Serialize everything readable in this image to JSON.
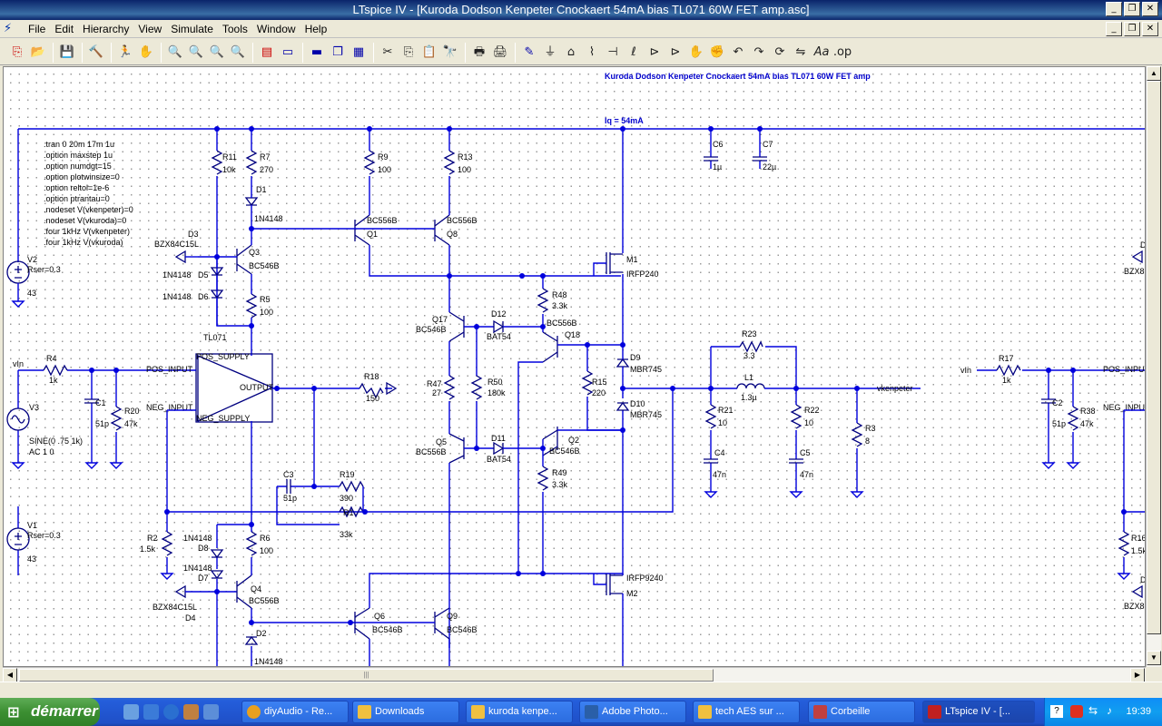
{
  "window": {
    "title": "LTspice IV - [Kuroda Dodson Kenpeter Cnockaert 54mA bias TL071 60W FET amp.asc]"
  },
  "menu": {
    "items": [
      "File",
      "Edit",
      "Hierarchy",
      "View",
      "Simulate",
      "Tools",
      "Window",
      "Help"
    ]
  },
  "toolbar": {
    "icons": [
      "new-schematic",
      "open",
      "save",
      "control-panel",
      "run",
      "halt",
      "zoom-in",
      "zoom-pan",
      "zoom-out",
      "zoom-fit",
      "waveform-autorange",
      "tile-vert",
      "cascade",
      "tile-horz",
      "cut",
      "copy",
      "paste",
      "find",
      "print-setup",
      "print",
      "draw-wire",
      "ground",
      "label-net",
      "resistor",
      "capacitor",
      "inductor",
      "diode",
      "component",
      "move",
      "drag",
      "undo",
      "redo",
      "rotate",
      "mirror",
      "text",
      "spice-directive"
    ]
  },
  "schematic": {
    "title_comment": "Kuroda Dodson Kenpeter Cnockaert 54mA bias TL071 60W FET amp",
    "iq_label": "Iq = 54mA",
    "spice_directives": [
      ".tran 0 20m 17m 1u",
      ".option maxstep 1u",
      ".option numdgt=15",
      ".option plotwinsize=0",
      ".option reltol=1e-6",
      ".option ptrantau=0",
      ".nodeset V(vkenpeter)=0",
      ".nodeset V(vkuroda)=0",
      ".four 1kHz V(vkenpeter)",
      ".four 1kHz V(vkuroda)"
    ],
    "components": {
      "V2": {
        "name": "V2",
        "value": "Rser=0.3",
        "value2": "43"
      },
      "V1": {
        "name": "V1",
        "value": "Rser=0.3",
        "value2": "43"
      },
      "V3": {
        "name": "V3",
        "value": "SINE(0 .75 1k)",
        "value2": "AC 1 0"
      },
      "R11": {
        "name": "R11",
        "value": "10k"
      },
      "R7": {
        "name": "R7",
        "value": "270"
      },
      "D1": {
        "name": "D1",
        "value": "1N4148"
      },
      "D3": {
        "name": "D3",
        "value": "BZX84C15L"
      },
      "Q3": {
        "name": "Q3",
        "value": "BC546B"
      },
      "D5": {
        "name": "D5",
        "value": "1N4148"
      },
      "D6": {
        "name": "D6",
        "value": "1N4148"
      },
      "R5": {
        "name": "R5",
        "value": "100"
      },
      "R9": {
        "name": "R9",
        "value": "100"
      },
      "R13": {
        "name": "R13",
        "value": "100"
      },
      "Q1": {
        "name": "Q1",
        "value": "BC556B"
      },
      "Q8": {
        "name": "Q8",
        "value": "BC556B"
      },
      "M1": {
        "name": "M1",
        "value": "IRFP240"
      },
      "C6": {
        "name": "C6",
        "value": "1µ"
      },
      "C7": {
        "name": "C7",
        "value": "22µ"
      },
      "R48": {
        "name": "R48",
        "value": "3.3k"
      },
      "Q17": {
        "name": "Q17",
        "value": "BC546B"
      },
      "D12": {
        "name": "D12",
        "value": "BAT54"
      },
      "Q18": {
        "name": "Q18",
        "value": "BC556B"
      },
      "D9": {
        "name": "D9",
        "value": "MBR745"
      },
      "D10": {
        "name": "D10",
        "value": "MBR745"
      },
      "R15": {
        "name": "R15",
        "value": "220"
      },
      "R47": {
        "name": "R47",
        "value": "27"
      },
      "R50": {
        "name": "R50",
        "value": "180k"
      },
      "U1": {
        "name": "TL071",
        "pos": "POS_SUPPLY",
        "neg": "NEG_SUPPLY",
        "out": "OUTPUT"
      },
      "R4": {
        "name": "R4",
        "value": "1k"
      },
      "C1": {
        "name": "C1",
        "value": "51p"
      },
      "R20": {
        "name": "R20",
        "value": "47k"
      },
      "R18": {
        "name": "R18",
        "value": "150"
      },
      "Q5": {
        "name": "Q5",
        "value": "BC556B"
      },
      "D11": {
        "name": "D11",
        "value": "BAT54"
      },
      "Q2": {
        "name": "Q2",
        "value": "BC546B"
      },
      "R49": {
        "name": "R49",
        "value": "3.3k"
      },
      "R23": {
        "name": "R23",
        "value": "3.3"
      },
      "L1": {
        "name": "L1",
        "value": "1.3µ"
      },
      "R21": {
        "name": "R21",
        "value": "10"
      },
      "R22": {
        "name": "R22",
        "value": "10"
      },
      "R3": {
        "name": "R3",
        "value": "8"
      },
      "C4": {
        "name": "C4",
        "value": "47n"
      },
      "C5": {
        "name": "C5",
        "value": "47n"
      },
      "C3": {
        "name": "C3",
        "value": "51p"
      },
      "R19": {
        "name": "R19",
        "value": "390"
      },
      "R1": {
        "name": "R1",
        "value": "33k"
      },
      "R2": {
        "name": "R2",
        "value": "1.5k"
      },
      "D8": {
        "name": "D8",
        "value": "1N4148"
      },
      "D7": {
        "name": "D7",
        "value": "1N4148"
      },
      "D4": {
        "name": "D4",
        "value": "BZX84C15L"
      },
      "R6": {
        "name": "R6",
        "value": "100"
      },
      "Q4": {
        "name": "Q4",
        "value": "BC556B"
      },
      "D2": {
        "name": "D2",
        "value": "1N4148"
      },
      "Q6": {
        "name": "Q6",
        "value": "BC546B"
      },
      "Q9": {
        "name": "Q9",
        "value": "BC546B"
      },
      "M2": {
        "name": "M2",
        "value": "IRFP9240"
      },
      "R17": {
        "name": "R17",
        "value": "1k"
      },
      "C2": {
        "name": "C2",
        "value": "51p"
      },
      "R38": {
        "name": "R38",
        "value": "47k"
      },
      "R16": {
        "name": "R16",
        "value": "1.5k"
      }
    },
    "net_labels": {
      "vin1": "vIn",
      "vin2": "vIn",
      "pos_input1": "POS_INPUT",
      "neg_input1": "NEG_INPUT",
      "pos_input2": "POS_INPUT",
      "neg_input2": "NEG_INPUT",
      "vkenpeter": "vkenpeter",
      "bzx_right_top": "BZX8",
      "bzx_right_bot": "BZX8",
      "d_right_top": "D",
      "d_right_bot": "D"
    }
  },
  "taskbar": {
    "start_label": "démarrer",
    "tasks": [
      {
        "label": "diyAudio - Re...",
        "icon": "chrome-icon",
        "color": "#e8a020"
      },
      {
        "label": "Downloads",
        "icon": "folder-icon",
        "color": "#f0c040"
      },
      {
        "label": "kuroda kenpe...",
        "icon": "folder-icon",
        "color": "#f0c040"
      },
      {
        "label": "Adobe Photo...",
        "icon": "photoshop-icon",
        "color": "#2a5fa8"
      },
      {
        "label": "tech AES sur ...",
        "icon": "folder-icon",
        "color": "#f0c040"
      },
      {
        "label": "Corbeille",
        "icon": "recycle-bin-icon",
        "color": "#c04040"
      },
      {
        "label": "LTspice IV - [...",
        "icon": "ltspice-icon",
        "color": "#c02020"
      }
    ],
    "clock": "19:39"
  }
}
